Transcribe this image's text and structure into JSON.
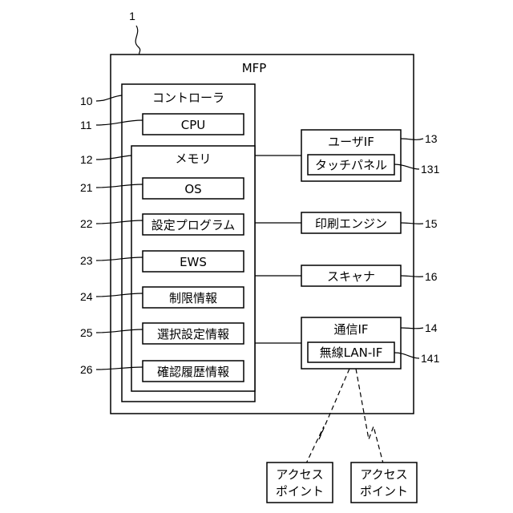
{
  "figure_ref": "1",
  "mfp": {
    "title": "MFP"
  },
  "controller": {
    "ref": "10",
    "title": "コントローラ",
    "cpu": {
      "ref": "11",
      "label": "CPU"
    },
    "memory": {
      "ref": "12",
      "title": "メモリ",
      "items": [
        {
          "ref": "21",
          "label": "OS"
        },
        {
          "ref": "22",
          "label": "設定プログラム"
        },
        {
          "ref": "23",
          "label": "EWS"
        },
        {
          "ref": "24",
          "label": "制限情報"
        },
        {
          "ref": "25",
          "label": "選択設定情報"
        },
        {
          "ref": "26",
          "label": "確認履歴情報"
        }
      ]
    }
  },
  "user_if": {
    "ref": "13",
    "title": "ユーザIF",
    "child": {
      "ref": "131",
      "label": "タッチパネル"
    }
  },
  "print_engine": {
    "ref": "15",
    "label": "印刷エンジン"
  },
  "scanner": {
    "ref": "16",
    "label": "スキャナ"
  },
  "comm_if": {
    "ref": "14",
    "title": "通信IF",
    "child": {
      "ref": "141",
      "label": "無線LAN-IF"
    }
  },
  "access_points": [
    {
      "line1": "アクセス",
      "line2": "ポイント"
    },
    {
      "line1": "アクセス",
      "line2": "ポイント"
    }
  ]
}
